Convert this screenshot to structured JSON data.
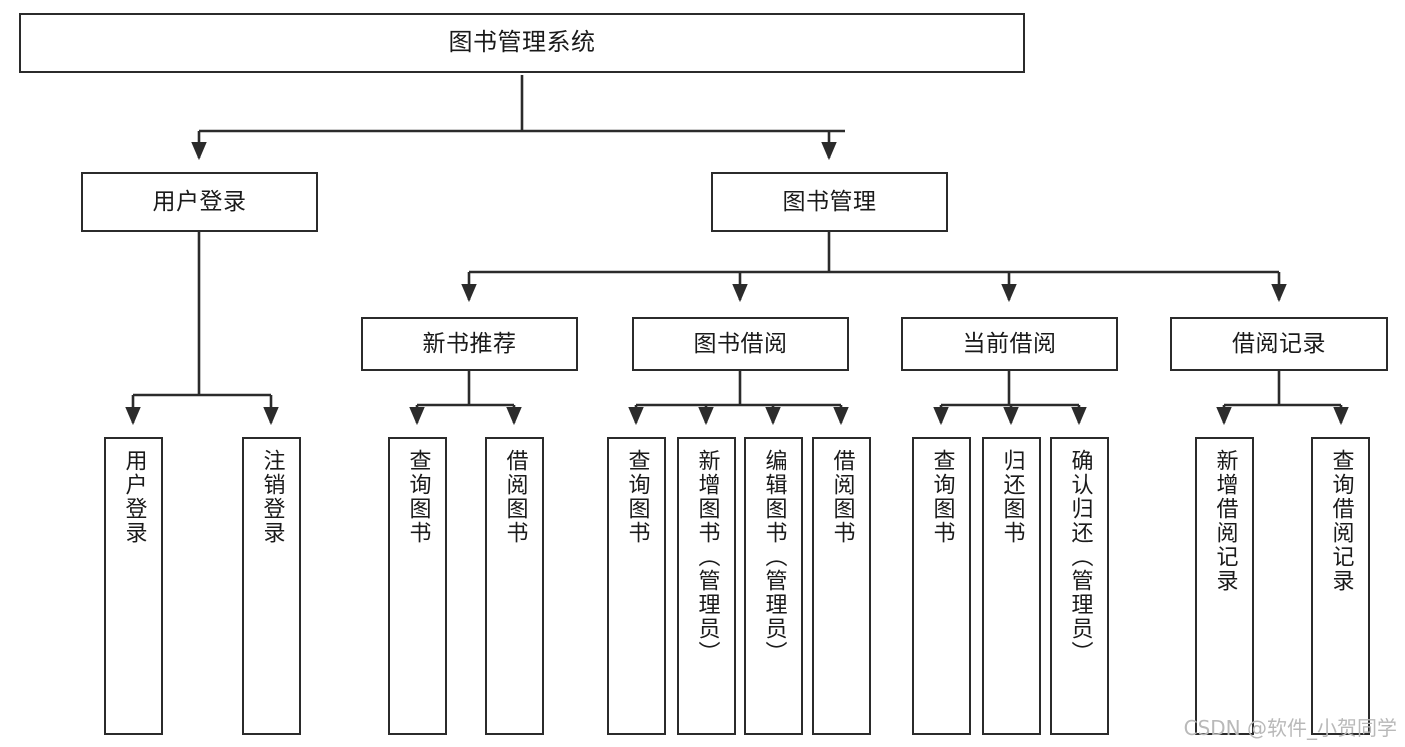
{
  "diagram": {
    "type": "tree",
    "title": "图书管理系统",
    "style": {
      "box_stroke": "#2b2b2b",
      "box_fill": "#ffffff",
      "edge_color": "#2b2b2b",
      "background": "#ffffff"
    },
    "root": {
      "label": "图书管理系统"
    },
    "level2": [
      {
        "label": "用户登录"
      },
      {
        "label": "图书管理"
      }
    ],
    "level3": [
      {
        "label": "新书推荐"
      },
      {
        "label": "图书借阅"
      },
      {
        "label": "当前借阅"
      },
      {
        "label": "借阅记录"
      }
    ],
    "leaves_user_login": [
      {
        "label": "用户登录"
      },
      {
        "label": "注销登录"
      }
    ],
    "leaves_new_book": [
      {
        "label": "查询图书"
      },
      {
        "label": "借阅图书"
      }
    ],
    "leaves_borrow": [
      {
        "label": "查询图书"
      },
      {
        "label": "新增图书（管理员）"
      },
      {
        "label": "编辑图书（管理员）"
      },
      {
        "label": "借阅图书"
      }
    ],
    "leaves_current": [
      {
        "label": "查询图书"
      },
      {
        "label": "归还图书"
      },
      {
        "label": "确认归还（管理员）"
      }
    ],
    "leaves_record": [
      {
        "label": "新增借阅记录"
      },
      {
        "label": "查询借阅记录"
      }
    ]
  },
  "watermark": {
    "text": "CSDN @软件_小贺同学"
  }
}
